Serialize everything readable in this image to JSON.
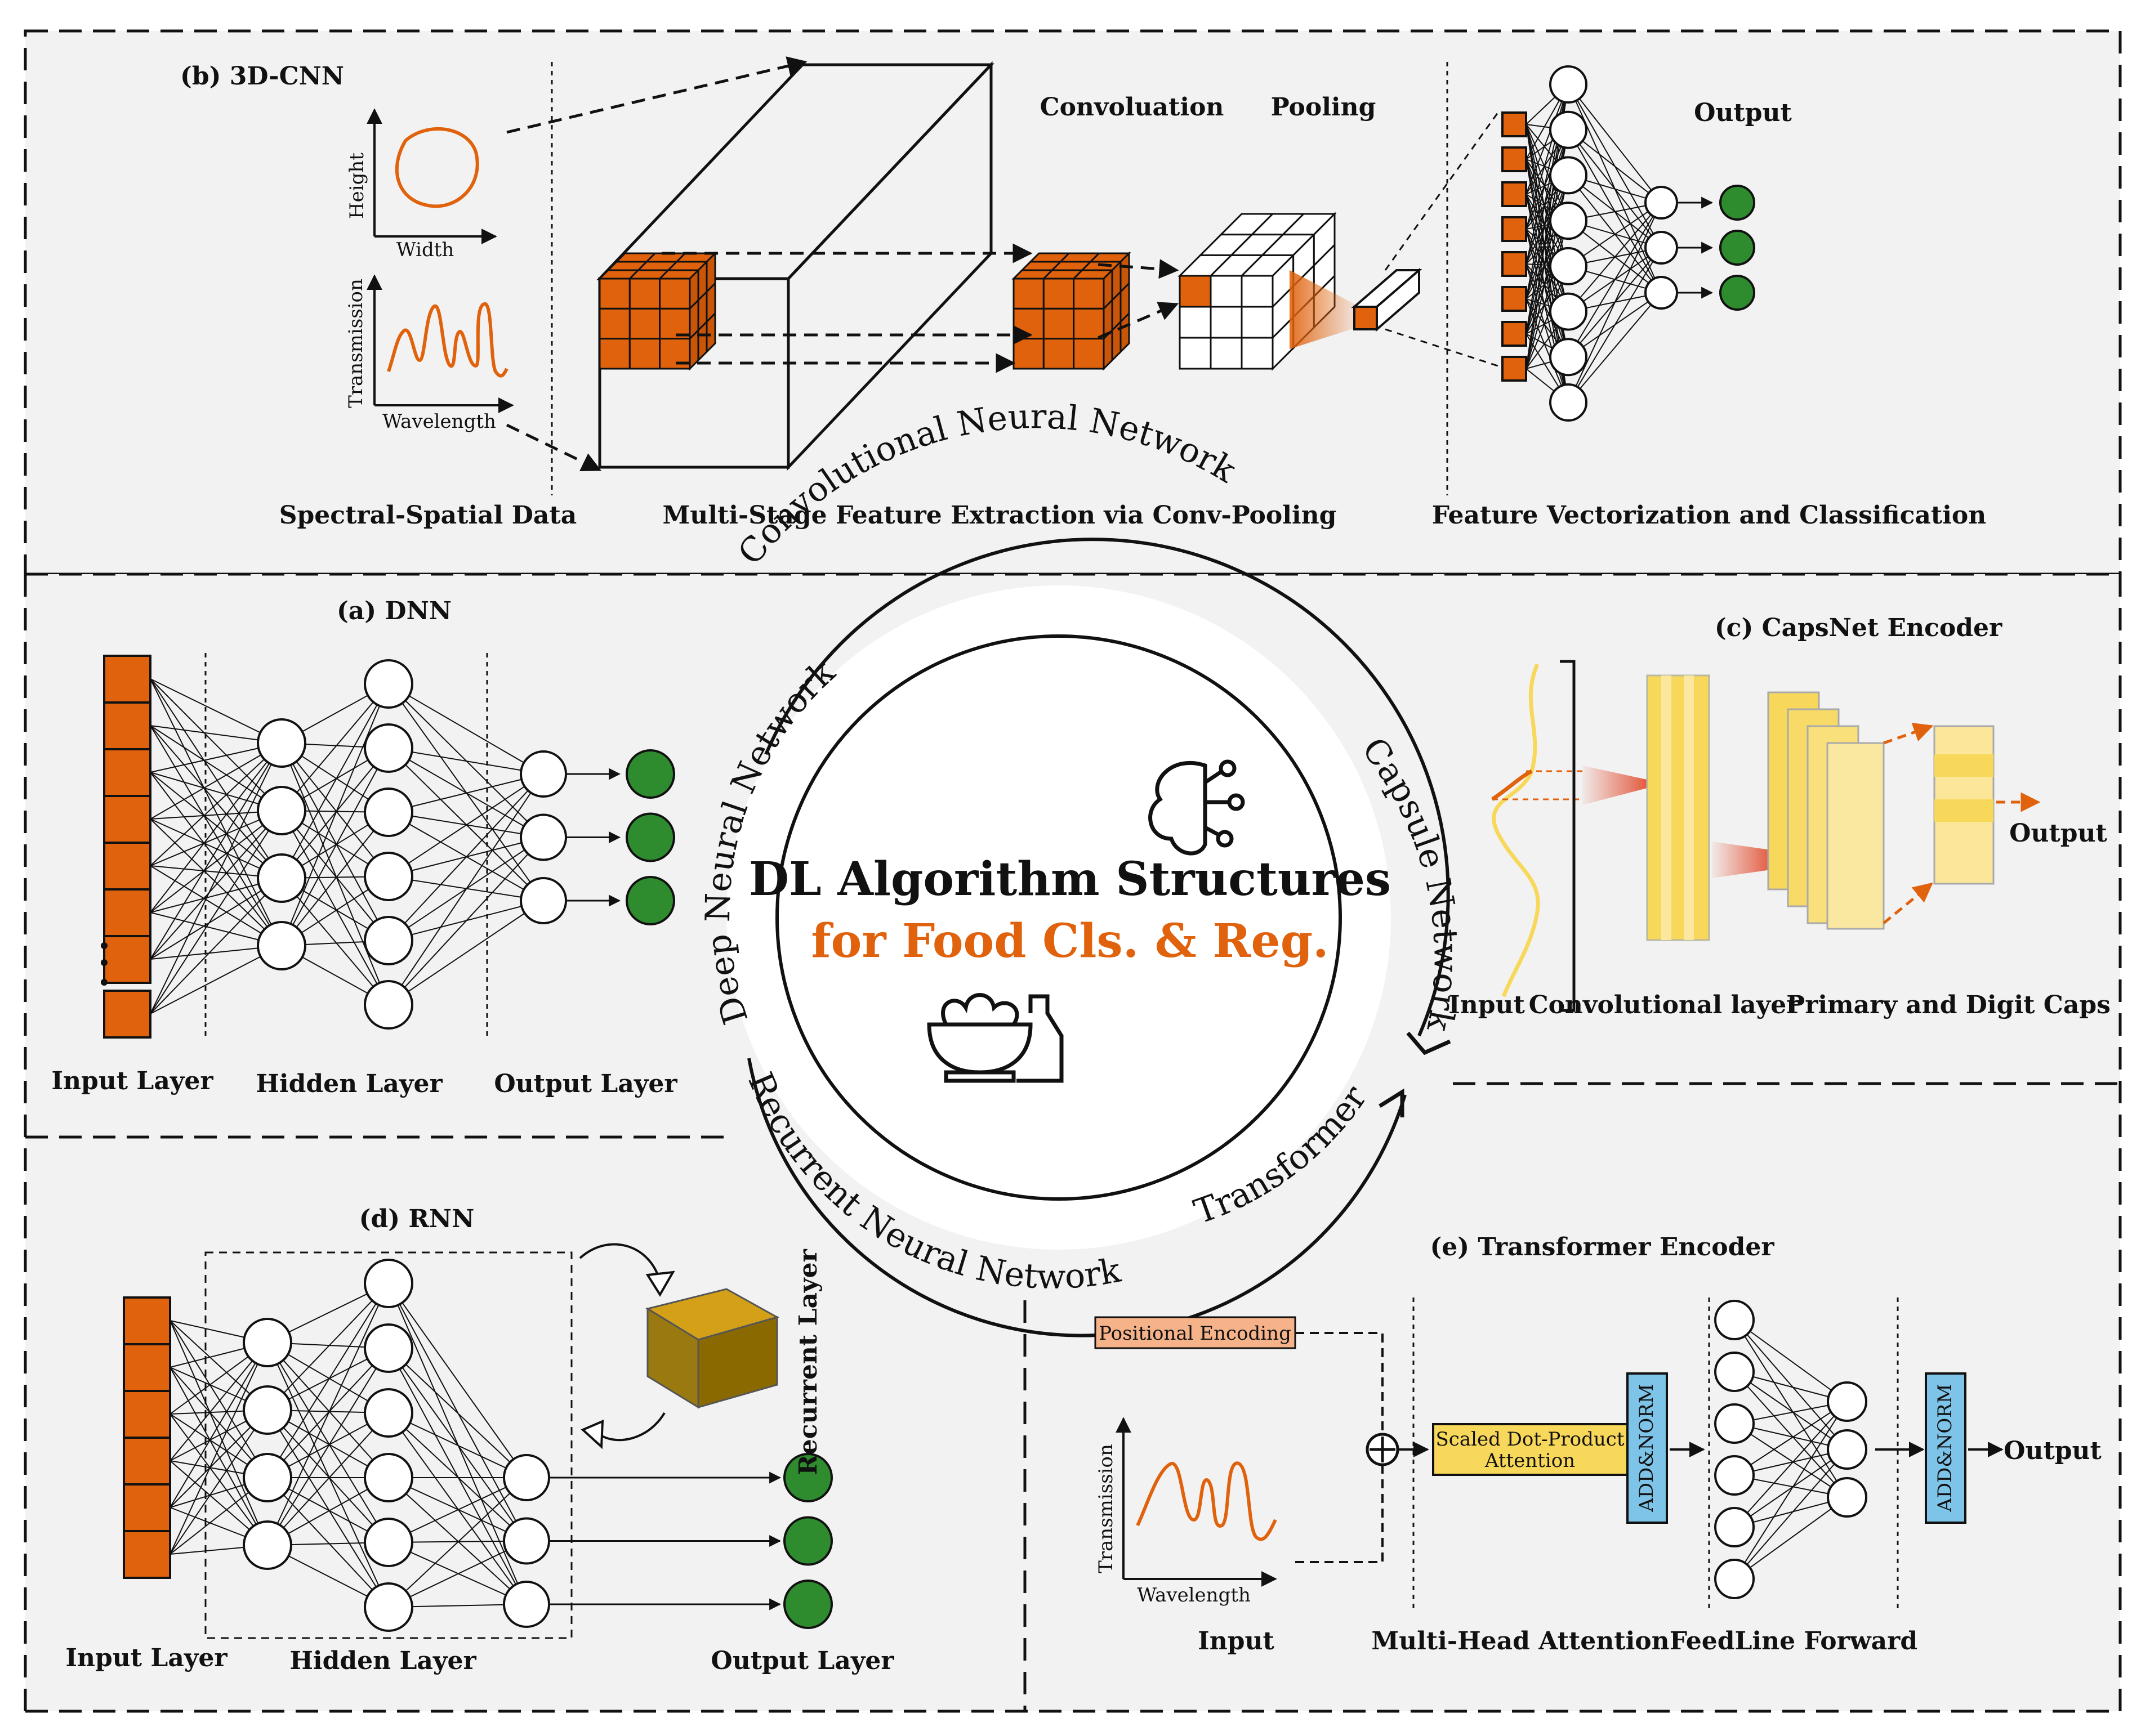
{
  "colors": {
    "panel_bg": "#f2f2f2",
    "orange": "#e0620c",
    "green": "#2e8b2e",
    "yellow": "#f8d85a",
    "blue": "#7ec3e8",
    "peach": "#f6b38a",
    "box_top": "#d4a017",
    "box_side": "#8a6a00"
  },
  "center": {
    "title": "DL Algorithm Structures",
    "subtitle": "for Food Cls. & Reg.",
    "ring_labels": {
      "cnn": "Convolutional Neural Network",
      "dnn": "Deep Neural Network",
      "caps": "Capsule Network",
      "rnn": "Recurrent Neural Network",
      "transformer": "Transformer"
    }
  },
  "panel_b": {
    "title": "(b)  3D-CNN",
    "height_axis": "Height",
    "width_axis": "Width",
    "transmission_axis": "Transmission",
    "wavelength_axis": "Wavelength",
    "convolution": "Convoluation",
    "pooling": "Pooling",
    "output": "Output",
    "caption_data": "Spectral-Spatial Data",
    "caption_extraction": "Multi-Stage Feature Extraction via Conv-Pooling",
    "caption_vector": "Feature Vectorization and Classification"
  },
  "panel_a": {
    "title": "(a)  DNN",
    "input": "Input Layer",
    "hidden": "Hidden Layer",
    "output": "Output Layer"
  },
  "panel_c": {
    "title": "(c)  CapsNet Encoder",
    "input": "Input",
    "conv": "Convolutional layer",
    "caps": "Primary and Digit Caps",
    "output": "Output"
  },
  "panel_d": {
    "title": "(d)  RNN",
    "recurrent": "Recurrent Layer",
    "input": "Input Layer",
    "hidden": "Hidden Layer",
    "output": "Output Layer"
  },
  "panel_e": {
    "title": "(e)  Transformer Encoder",
    "positional": "Positional Encoding",
    "attention_line1": "Scaled Dot-Product",
    "attention_line2": "Attention",
    "addnorm": "ADD&NORM",
    "transmission_axis": "Transmission",
    "wavelength_axis": "Wavelength",
    "input": "Input",
    "mha": "Multi-Head Attention",
    "ff": "FeedLine Forward",
    "output": "Output"
  }
}
